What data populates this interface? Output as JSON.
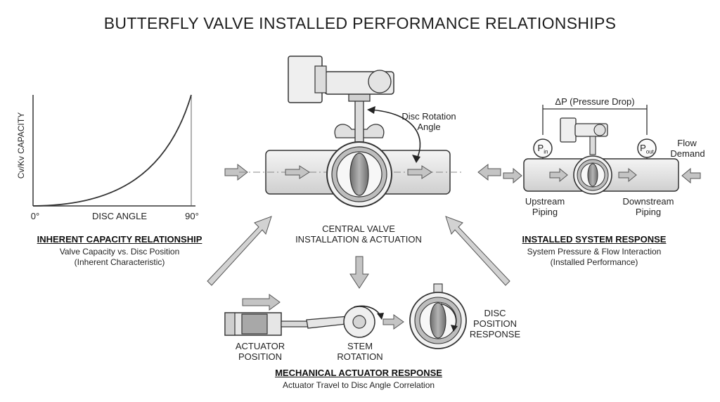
{
  "title": "BUTTERFLY VALVE INSTALLED PERFORMANCE RELATIONSHIPS",
  "inherent": {
    "y_axis_label": "Cv/Kv CAPACITY",
    "x_axis_label": "DISC ANGLE",
    "x_min_label": "0°",
    "x_max_label": "90°",
    "heading": "INHERENT CAPACITY RELATIONSHIP",
    "sub_line1": "Valve Capacity vs. Disc Position",
    "sub_line2": "(Inherent Characteristic)"
  },
  "central": {
    "rotation_label_line1": "Disc Rotation",
    "rotation_label_line2": "Angle",
    "caption_line1": "CENTRAL VALVE",
    "caption_line2": "INSTALLATION & ACTUATION"
  },
  "installed": {
    "pressure_drop_label": "ΔP (Pressure Drop)",
    "p_in_main": "P",
    "p_in_sub": "in",
    "p_out_main": "P",
    "p_out_sub": "out",
    "flow_demand_line1": "Flow",
    "flow_demand_line2": "Demand",
    "upstream_line1": "Upstream",
    "upstream_line2": "Piping",
    "downstream_line1": "Downstream",
    "downstream_line2": "Piping",
    "heading": "INSTALLED SYSTEM RESPONSE",
    "sub_line1": "System Pressure & Flow Interaction",
    "sub_line2": "(Installed Performance)"
  },
  "mechanical": {
    "actuator_line1": "ACTUATOR",
    "actuator_line2": "POSITION",
    "stem_line1": "STEM",
    "stem_line2": "ROTATION",
    "disc_line1": "DISC",
    "disc_line2": "POSITION",
    "disc_line3": "RESPONSE",
    "heading": "MECHANICAL ACTUATOR RESPONSE",
    "sub_line1": "Actuator Travel to Disc Angle Correlation"
  },
  "colors": {
    "line": "#333333",
    "pipe_fill": "#e6e6e6",
    "arrow_fill": "#bdbdbd",
    "disc_fill": "#8f8f8f",
    "ring_fill": "#5a5a5a"
  }
}
